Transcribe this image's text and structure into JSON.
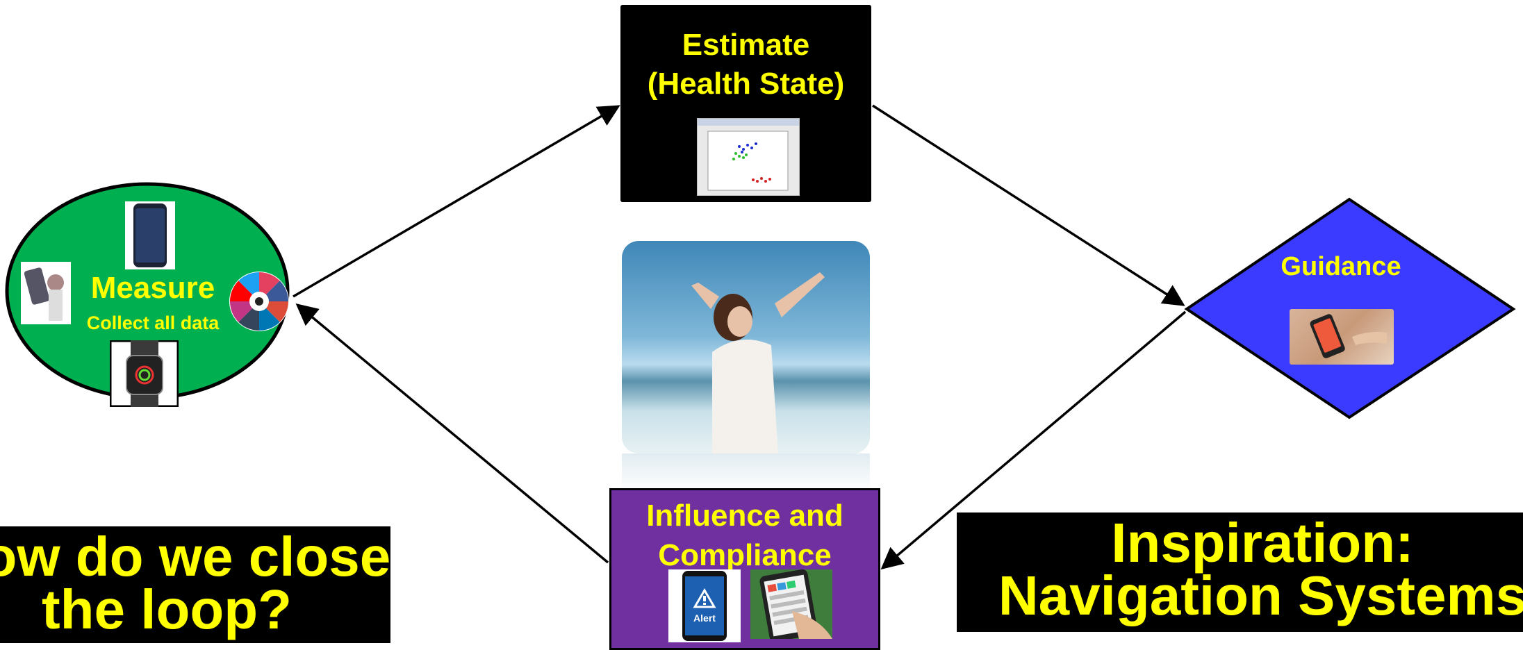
{
  "nodes": {
    "estimate": {
      "line1": "Estimate",
      "line2": "(Health State)"
    },
    "measure": {
      "title": "Measure",
      "subtitle": "Collect all data"
    },
    "guidance": {
      "title": "Guidance"
    },
    "influence": {
      "line1": "Influence and",
      "line2": "Compliance"
    }
  },
  "icons": {
    "alert_label": "Alert"
  },
  "banners": {
    "close_loop": "How do we close\nthe loop?",
    "inspiration": "Inspiration:\nNavigation Systems"
  },
  "colors": {
    "text_accent": "#ffff00",
    "measure_fill": "#00b050",
    "guidance_fill": "#3b3bff",
    "influence_fill": "#7030a0",
    "box_fill": "#000000"
  }
}
